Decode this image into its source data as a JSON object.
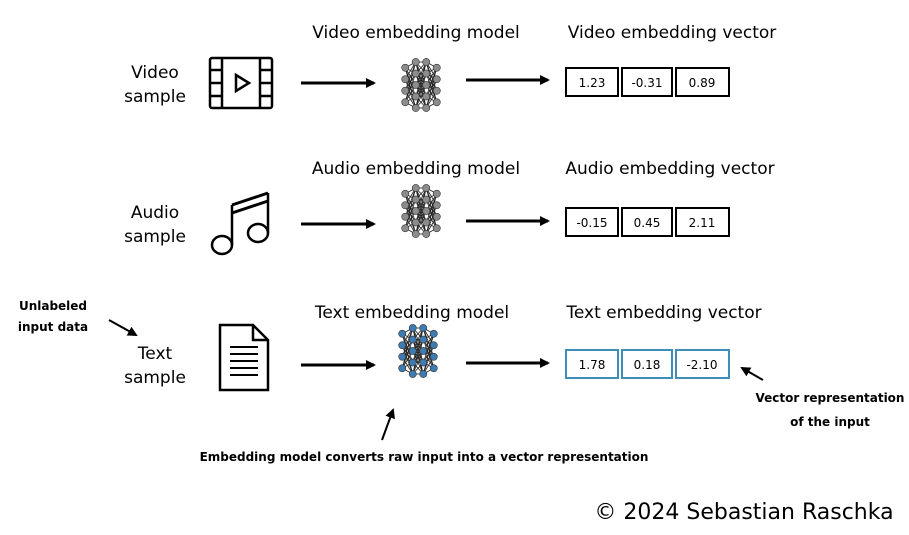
{
  "rows": [
    {
      "sample_line1": "Video",
      "sample_line2": "sample",
      "icon": "video-film-icon",
      "model_title": "Video embedding model",
      "vector_title": "Video embedding vector",
      "values": [
        "1.23",
        "-0.31",
        "0.89"
      ],
      "highlighted": false
    },
    {
      "sample_line1": "Audio",
      "sample_line2": "sample",
      "icon": "music-note-icon",
      "model_title": "Audio embedding model",
      "vector_title": "Audio embedding vector",
      "values": [
        "-0.15",
        "0.45",
        "2.11"
      ],
      "highlighted": false
    },
    {
      "sample_line1": "Text",
      "sample_line2": "sample",
      "icon": "document-icon",
      "model_title": "Text embedding model",
      "vector_title": "Text embedding vector",
      "values": [
        "1.78",
        "0.18",
        "-2.10"
      ],
      "highlighted": true
    }
  ],
  "annotations": {
    "unlabeled_line1": "Unlabeled",
    "unlabeled_line2": "input data",
    "vector_repr_line1": "Vector representation",
    "vector_repr_line2": "of the input",
    "embedding_note": "Embedding model converts raw input into a vector representation"
  },
  "copyright": "© 2024 Sebastian Raschka",
  "colors": {
    "node_gray": "#8c8c8c",
    "node_blue": "#3d7bb0",
    "highlight_border": "#3d8fb8",
    "ink": "#000000"
  }
}
